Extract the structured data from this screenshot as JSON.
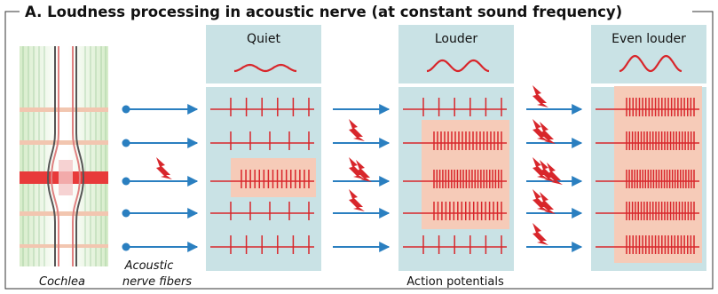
{
  "title": "A.  Loudness processing in acoustic nerve (at constant sound frequency)",
  "panels": [
    {
      "label": "Quiet",
      "wave_amplitude": "low",
      "stimulated_fibers": [
        3
      ],
      "trains": [
        {
          "spikes": 6
        },
        {
          "spikes": 5
        },
        {
          "spikes": 16,
          "highlight": true
        },
        {
          "spikes": 5
        },
        {
          "spikes": 6
        }
      ]
    },
    {
      "label": "Louder",
      "wave_amplitude": "medium",
      "stimulated_fibers": [
        2,
        3,
        4
      ],
      "trains": [
        {
          "spikes": 6
        },
        {
          "spikes": 20,
          "highlight": true
        },
        {
          "spikes": 24,
          "highlight": true
        },
        {
          "spikes": 18,
          "highlight": true
        },
        {
          "spikes": 6
        }
      ]
    },
    {
      "label": "Even louder",
      "wave_amplitude": "high",
      "stimulated_fibers": [
        1,
        2,
        3,
        4,
        5
      ],
      "trains": [
        {
          "spikes": 22,
          "highlight": true
        },
        {
          "spikes": 24,
          "highlight": true
        },
        {
          "spikes": 26,
          "highlight": true
        },
        {
          "spikes": 24,
          "highlight": true
        },
        {
          "spikes": 22,
          "highlight": true
        }
      ]
    }
  ],
  "labels": {
    "cochlea": "Cochlea",
    "fibers_line1": "Acoustic",
    "fibers_line2": "nerve fibers",
    "action_potentials": "Action potentials"
  },
  "colors": {
    "panel_bg": "#c9e2e5",
    "highlight_bg": "#f6cbb8",
    "spike": "#d8262b",
    "arrow": "#2a7fc0",
    "lightning": "#d8262b"
  }
}
